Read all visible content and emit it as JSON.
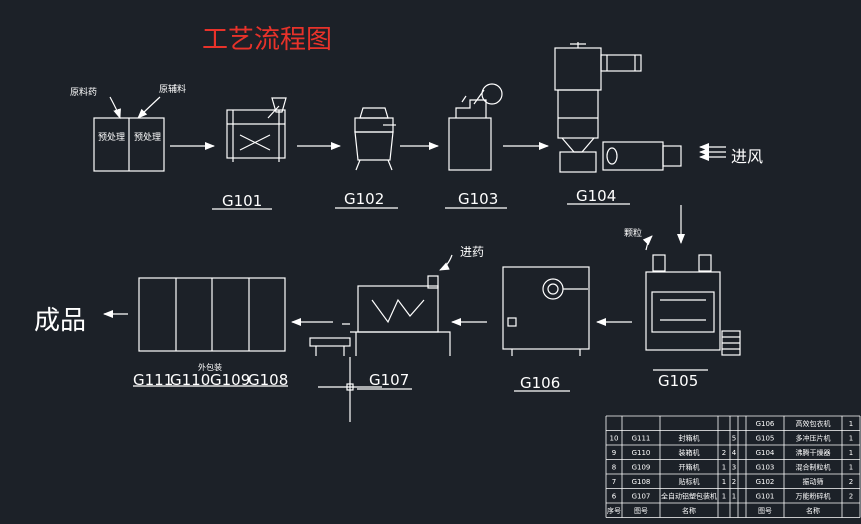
{
  "title": "工艺流程图",
  "raw_material_labels": {
    "main": "原料药",
    "aux": "原辅料"
  },
  "pretreat": [
    "预处理",
    "预处理"
  ],
  "stations_top": [
    "G101",
    "G102",
    "G103",
    "G104"
  ],
  "stations_bottom": [
    "G105",
    "G106",
    "G107"
  ],
  "intake_label": "进风",
  "granule_label": "颗粒",
  "feed_label": "进药",
  "product_label": "成品",
  "outer_pack_label": "外包装",
  "pack_codes": [
    "G111",
    "G110",
    "G109",
    "G108"
  ],
  "colors": {
    "background": "#1c2128",
    "title": "#e8322a",
    "lines": "#ffffff"
  },
  "equipment_table": {
    "rows": [
      {
        "no_l": "",
        "code_l": "",
        "name_l": "",
        "qty_l": "",
        "no_r": "",
        "code_r": "G106",
        "name_r": "高效包衣机",
        "qty_r": "1"
      },
      {
        "no_l": "10",
        "code_l": "G111",
        "name_l": "封箱机",
        "qty_l": "",
        "no_r": "5",
        "code_r": "G105",
        "name_r": "多冲压片机",
        "qty_r": "1"
      },
      {
        "no_l": "9",
        "code_l": "G110",
        "name_l": "装箱机",
        "qty_l": "2",
        "no_r": "4",
        "code_r": "G104",
        "name_r": "沸腾干燥器",
        "qty_r": "1"
      },
      {
        "no_l": "8",
        "code_l": "G109",
        "name_l": "开箱机",
        "qty_l": "1",
        "no_r": "3",
        "code_r": "G103",
        "name_r": "混合制粒机",
        "qty_r": "1"
      },
      {
        "no_l": "7",
        "code_l": "G108",
        "name_l": "贴标机",
        "qty_l": "1",
        "no_r": "2",
        "code_r": "G102",
        "name_r": "振动筛",
        "qty_r": "2"
      },
      {
        "no_l": "6",
        "code_l": "G107",
        "name_l": "全自动铝塑包装机",
        "qty_l": "1",
        "no_r": "1",
        "code_r": "G101",
        "name_r": "万能粉碎机",
        "qty_r": "2"
      },
      {
        "no_l": "序号",
        "code_l": "图号",
        "name_l": "名称",
        "qty_l": "",
        "no_r": "",
        "code_r": "图号",
        "name_r": "名称",
        "qty_r": ""
      }
    ]
  }
}
